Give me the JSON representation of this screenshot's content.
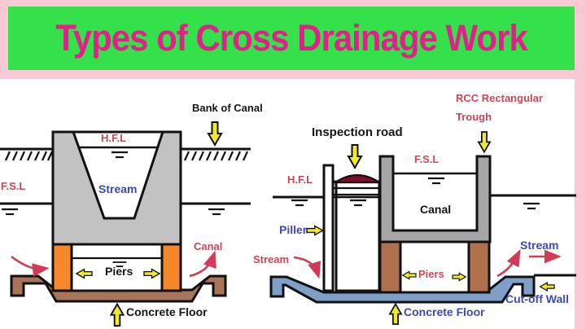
{
  "banner": {
    "title": "Types of Cross Drainage Work"
  },
  "left_diagram": {
    "hfl": "H.F.L",
    "fsl": "F.S.L",
    "stream": "Stream",
    "bank_of_canal": "Bank of Canal",
    "canal": "Canal",
    "piers": "Piers",
    "concrete_floor": "Concrete Floor"
  },
  "right_diagram": {
    "inspection_road": "Inspection road",
    "rcc_line1": "RCC Rectangular",
    "rcc_line2": "Trough",
    "hfl": "H.F.L",
    "fsl": "F.S.L",
    "canal": "Canal",
    "piller": "Piller",
    "stream_in": "Stream",
    "stream_out": "Stream",
    "piers": "Piers",
    "concrete_floor": "Concrete Floor",
    "cutoff_wall": "Cut-off Wall"
  },
  "colors": {
    "banner_green": "#35e14b",
    "title_pink": "#e0218a",
    "frame_pink": "#f9c9d4",
    "red_label": "#cf4551",
    "blue_label": "#3d49b5",
    "black_label": "#151515",
    "trough_gray": "#c2c2c2",
    "wall_gray": "#a6a6a6",
    "pier_orange": "#f6882a",
    "pier_brown": "#b0714f",
    "floor_brown": "#a8745a",
    "floor_blue": "#7f9fc9",
    "road_maroon": "#7c1128",
    "arrow_yellow": "#f1e832",
    "arrow_red": "#d23b55"
  }
}
